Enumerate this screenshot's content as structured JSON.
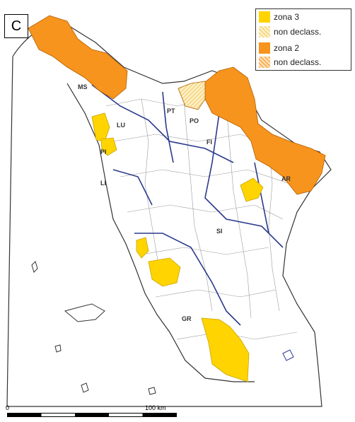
{
  "panel_label": "C",
  "legend": {
    "zone3_label": "zona 3",
    "zone3_nondecl": "non declass.",
    "zone2_label": "zona 2",
    "zone2_nondecl": "non declass.",
    "zone3_color": "#ffd400",
    "zone2_color": "#f7941d"
  },
  "cities": {
    "ms": "MS",
    "lu": "LU",
    "pt": "PT",
    "po": "PO",
    "fi": "FI",
    "pi": "PI",
    "li": "LI",
    "ar": "AR",
    "si": "SI",
    "gr": "GR"
  },
  "scale": {
    "start": "0",
    "end": "100 km"
  },
  "colors": {
    "border_province": "#2b3a8c",
    "border_municipal": "#9a9a9a",
    "coast": "#333333"
  }
}
